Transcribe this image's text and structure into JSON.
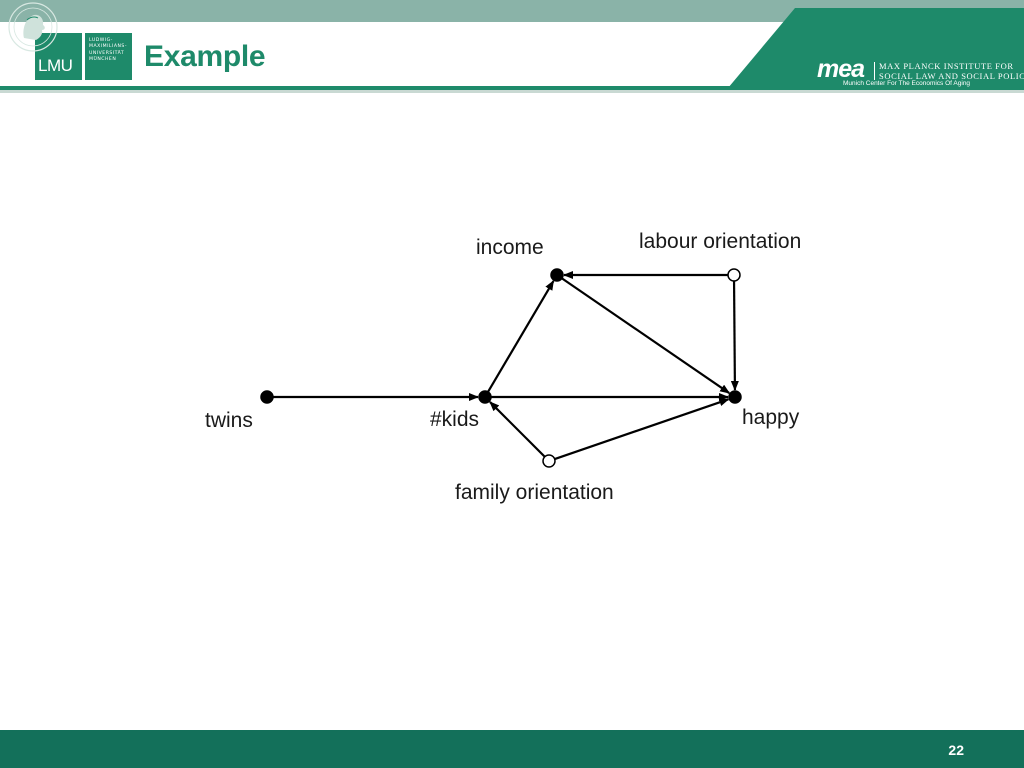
{
  "header": {
    "title": "Example",
    "lmu_logo": {
      "mark": "LMU",
      "lines": [
        "LUDWIG-",
        "MAXIMILIANS-",
        "UNIVERSITÄT",
        "MÜNCHEN"
      ]
    },
    "mea_logo": {
      "word": "mea",
      "institute_lines": [
        "MAX PLANCK INSTITUTE FOR",
        "SOCIAL LAW AND SOCIAL POLICY"
      ],
      "subtitle": "Munich Center For The Economics Of Aging"
    }
  },
  "colors": {
    "brand_green": "#1e8a6a",
    "header_bar": "#8ab3a8",
    "footer": "#13705a"
  },
  "diagram": {
    "nodes": [
      {
        "id": "twins",
        "label": "twins",
        "observed": true
      },
      {
        "id": "kids",
        "label": "#kids",
        "observed": true
      },
      {
        "id": "income",
        "label": "income",
        "observed": true
      },
      {
        "id": "labour",
        "label": "labour orientation",
        "observed": false
      },
      {
        "id": "family",
        "label": "family orientation",
        "observed": false
      },
      {
        "id": "happy",
        "label": "happy",
        "observed": true
      }
    ],
    "edges": [
      {
        "from": "twins",
        "to": "kids"
      },
      {
        "from": "kids",
        "to": "income"
      },
      {
        "from": "kids",
        "to": "happy"
      },
      {
        "from": "income",
        "to": "happy"
      },
      {
        "from": "labour",
        "to": "income"
      },
      {
        "from": "labour",
        "to": "happy"
      },
      {
        "from": "family",
        "to": "kids"
      },
      {
        "from": "family",
        "to": "happy"
      }
    ]
  },
  "footer": {
    "page_number": "22"
  }
}
